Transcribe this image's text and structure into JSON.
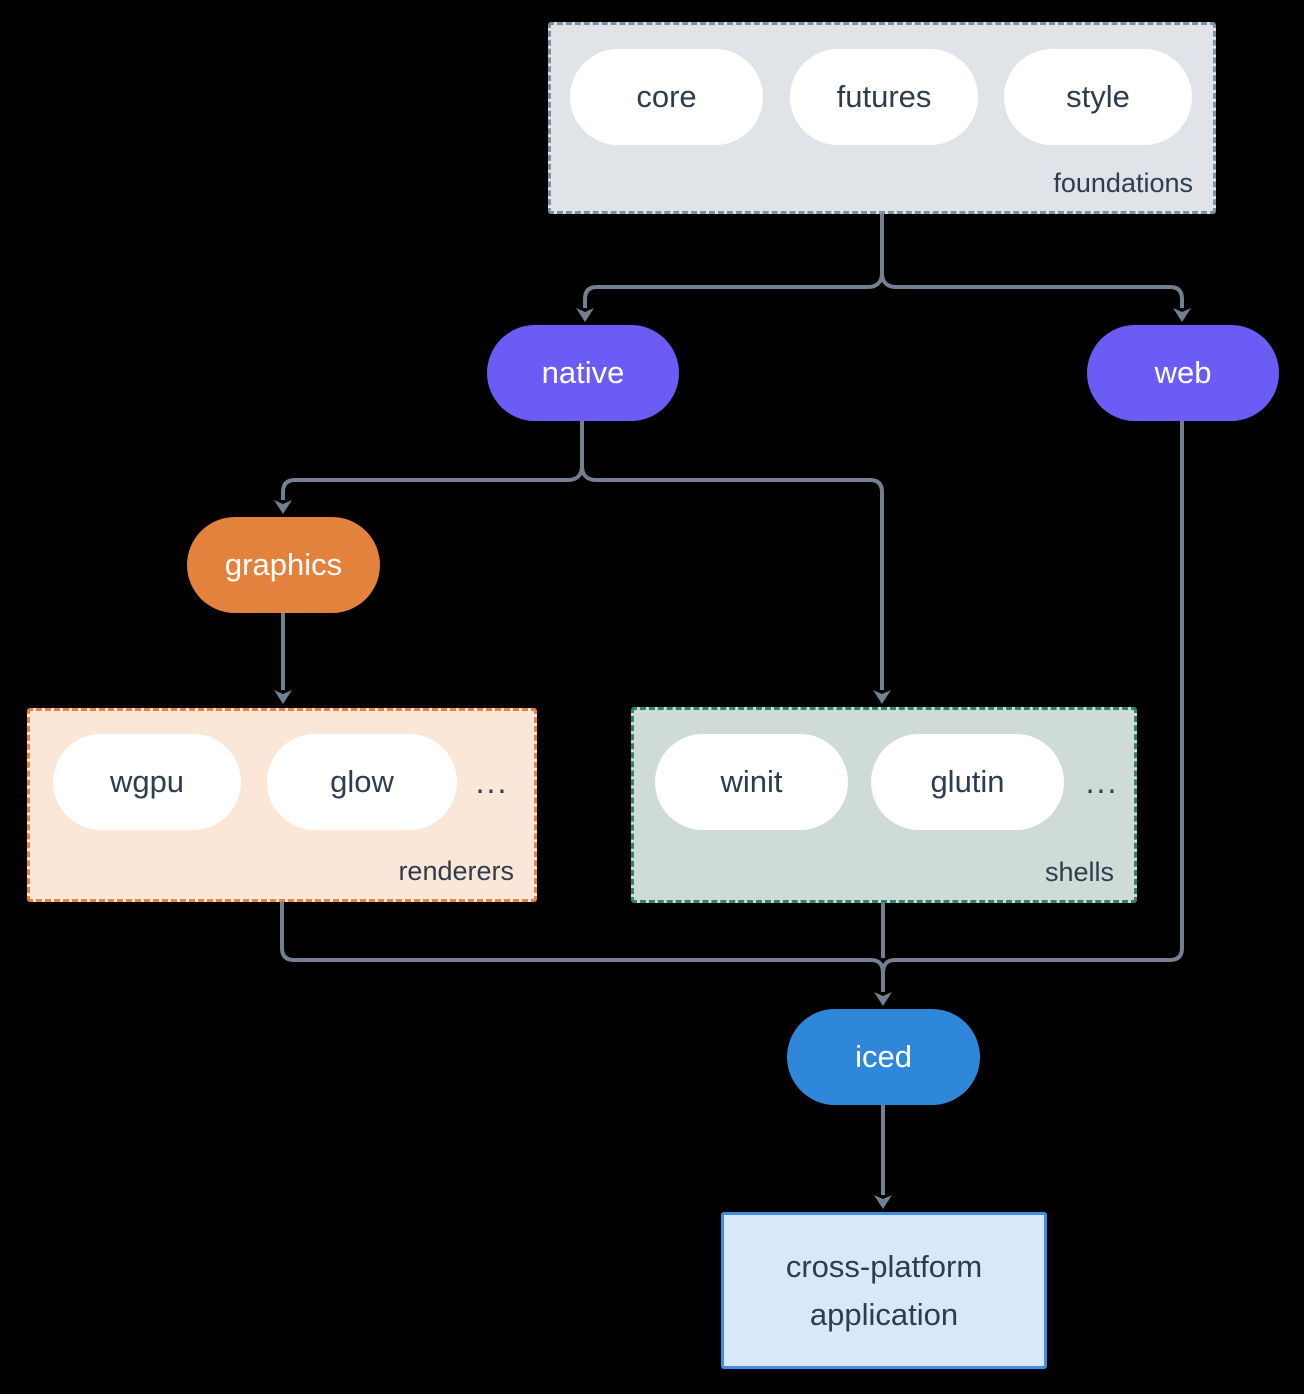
{
  "diagram": {
    "groups": {
      "foundations": {
        "label": "foundations",
        "items": [
          "core",
          "futures",
          "style"
        ]
      },
      "renderers": {
        "label": "renderers",
        "items": [
          "wgpu",
          "glow"
        ],
        "ellipsis": "..."
      },
      "shells": {
        "label": "shells",
        "items": [
          "winit",
          "glutin"
        ],
        "ellipsis": "..."
      }
    },
    "nodes": {
      "native": {
        "label": "native"
      },
      "web": {
        "label": "web"
      },
      "graphics": {
        "label": "graphics"
      },
      "iced": {
        "label": "iced"
      },
      "application": {
        "line1": "cross-platform",
        "line2": "application"
      }
    },
    "colors": {
      "background": "#000000",
      "connector": "#73808f",
      "foundations_fill": "#e0e4e8",
      "foundations_border": "#7e90a3",
      "renderers_fill": "#fae7d8",
      "renderers_border": "#e8843c",
      "shells_fill": "#cfdcd6",
      "shells_border": "#2e8274",
      "native_web_fill": "#6b5cf5",
      "graphics_fill": "#e2823d",
      "iced_fill": "#2e87d8",
      "application_fill": "#d8e8f9",
      "application_border": "#3e8ee4",
      "pill_fill": "#ffffff",
      "dark_text": "#2e3d4d",
      "light_text": "#ffffff"
    }
  }
}
